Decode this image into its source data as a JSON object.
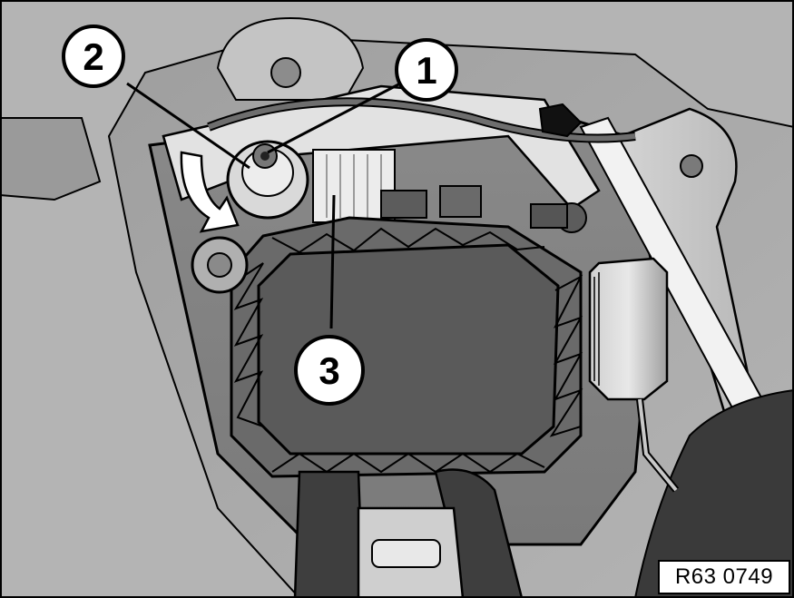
{
  "figure": {
    "reference_code": "R63 0749",
    "callouts": [
      {
        "number": "1"
      },
      {
        "number": "2"
      },
      {
        "number": "3"
      }
    ],
    "colors": {
      "background_panel": "#a8a8a8",
      "dark_body": "#4a4a4a",
      "light_bracket": "#e6e6e6",
      "outline": "#000000"
    }
  }
}
